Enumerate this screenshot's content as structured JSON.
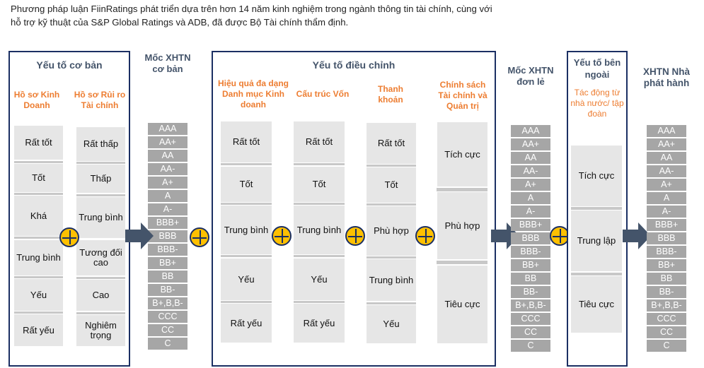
{
  "intro": {
    "line1": "Phương pháp luận FiinRatings phát triển dựa trên hơn 14 năm kinh nghiệm trong ngành thông tin tài chính, cùng với",
    "line2": "hỗ trợ kỹ thuật của S&P Global Ratings và ADB, đã được Bộ Tài chính thẩm định."
  },
  "basic_factors": {
    "title": "Yếu tố cơ bản",
    "columns": [
      {
        "header": "Hồ sơ Kinh Doanh",
        "items": [
          "Rất tốt",
          "Tốt",
          "Khá",
          "Trung bình",
          "Yếu",
          "Rất yếu"
        ]
      },
      {
        "header": "Hồ sơ Rủi ro Tài chính",
        "items": [
          "Rất thấp",
          "Thấp",
          "Trung bình",
          "Tương đối cao",
          "Cao",
          "Nghiêm trọng"
        ]
      }
    ]
  },
  "anchor_basic": {
    "title": "Mốc XHTN cơ bản"
  },
  "ratings": [
    "AAA",
    "AA+",
    "AA",
    "AA-",
    "A+",
    "A",
    "A-",
    "BBB+",
    "BBB",
    "BBB-",
    "BB+",
    "BB",
    "BB-",
    "B+,B,B-",
    "CCC",
    "CC",
    "C"
  ],
  "modifiers": {
    "title": "Yếu tố điều chỉnh",
    "columns": [
      {
        "header": "Hiệu quả đa dạng Danh mục Kinh doanh",
        "items": [
          "Rất tốt",
          "Tốt",
          "Trung bình",
          "Yếu",
          "Rất yếu"
        ]
      },
      {
        "header": "Cấu trúc Vốn",
        "items": [
          "Rất tốt",
          "Tốt",
          "Trung bình",
          "Yếu",
          "Rất yếu"
        ]
      },
      {
        "header": "Thanh khoản",
        "items": [
          "Rất tốt",
          "Tốt",
          "Phù hợp",
          "Trung bình",
          "Yếu"
        ]
      },
      {
        "header": "Chính sách Tài chính và Quản trị",
        "items": [
          "Tích cực",
          "Phù hợp",
          "Tiêu cực"
        ]
      }
    ]
  },
  "anchor_standalone": {
    "title": "Mốc XHTN đơn lẻ"
  },
  "external": {
    "title": "Yếu tố bên ngoài",
    "subtitle": "Tác động từ nhà nước/ tập đoàn",
    "items": [
      "Tích cực",
      "Trung lập",
      "Tiêu cực"
    ]
  },
  "issuer_rating": {
    "title": "XHTN Nhà phát hành"
  },
  "icons": {
    "plus": "plus-circle-icon",
    "arrow": "right-arrow-icon"
  },
  "colors": {
    "frame": "#1b2f63",
    "title": "#44546a",
    "subheader": "#ed7d31",
    "cell": "#e6e6e6",
    "rating": "#a6a6a6",
    "plus": "#ffc000",
    "arrow": "#44546a"
  }
}
